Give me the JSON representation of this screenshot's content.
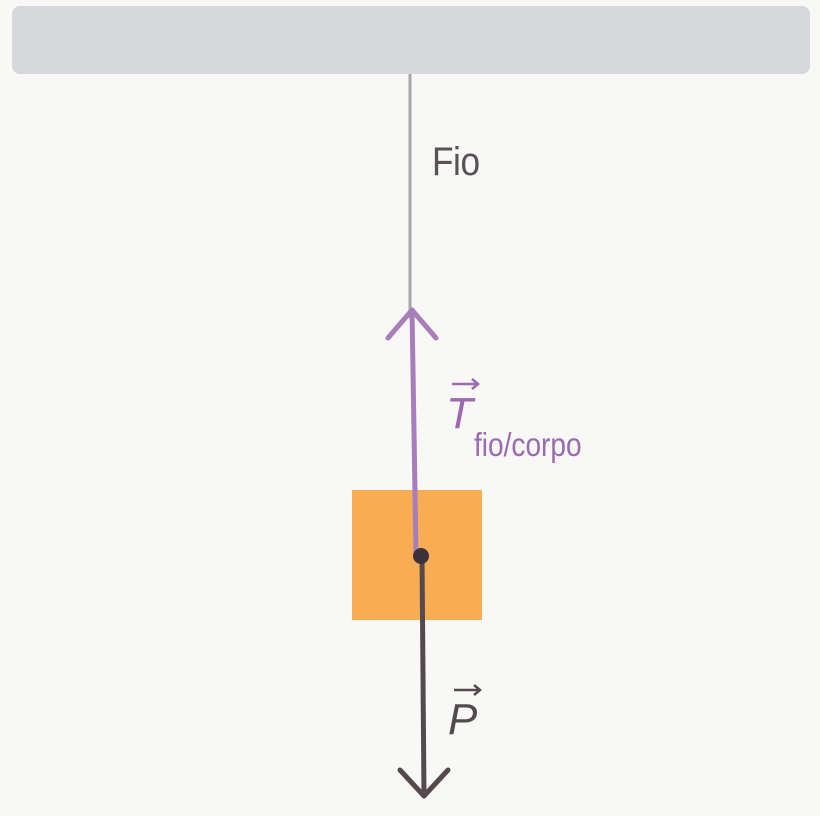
{
  "labels": {
    "wire": "Fio",
    "tension_symbol": "T",
    "tension_subscript": "fio/corpo",
    "weight_symbol": "P"
  },
  "colors": {
    "ceiling": "#d6d8db",
    "wire": "#a7a5a8",
    "block": "#f8ad55",
    "tension": "#a77dbb",
    "weight": "#55494f",
    "point": "#3b3338"
  }
}
